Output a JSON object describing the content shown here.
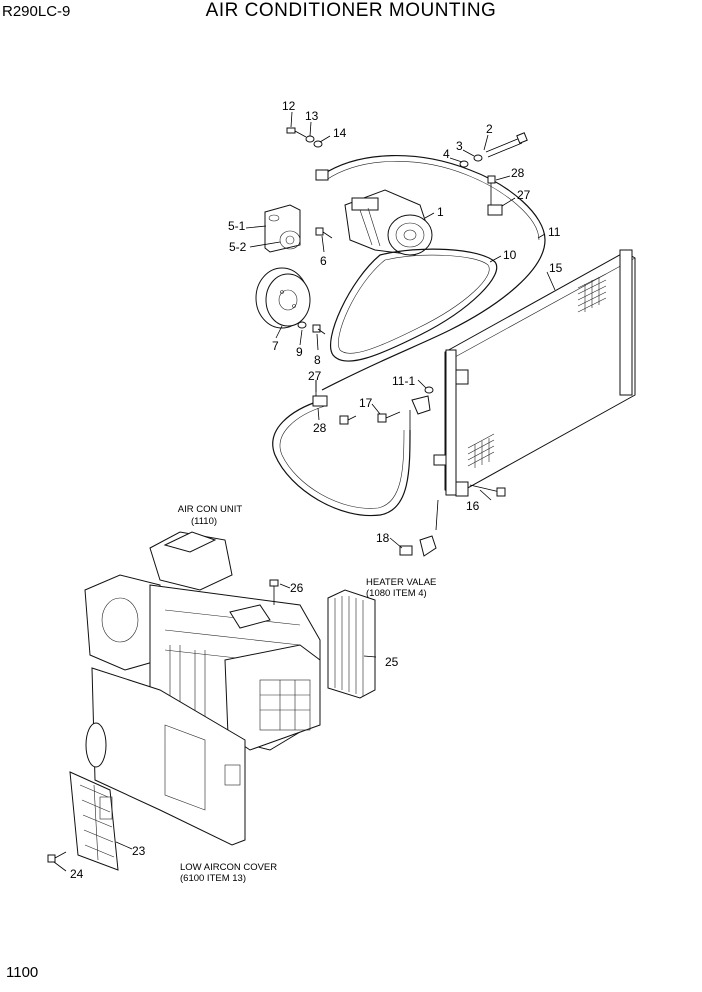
{
  "header": {
    "model": "R290LC-9",
    "title": "AIR CONDITIONER MOUNTING"
  },
  "footer": {
    "page_number": "1100"
  },
  "callouts": {
    "c1": "1",
    "c2": "2",
    "c3": "3",
    "c4": "4",
    "c5_1": "5-1",
    "c5_2": "5-2",
    "c6": "6",
    "c7": "7",
    "c8": "8",
    "c9": "9",
    "c10": "10",
    "c11": "11",
    "c11_1": "11-1",
    "c12": "12",
    "c13": "13",
    "c14": "14",
    "c15": "15",
    "c16": "16",
    "c17": "17",
    "c18": "18",
    "c23": "23",
    "c24": "24",
    "c25": "25",
    "c26": "26",
    "c27a": "27",
    "c27b": "27",
    "c28a": "28",
    "c28b": "28"
  },
  "notes": {
    "air_con_unit": "AIR CON UNIT",
    "air_con_unit_ref": "(1110)",
    "heater_valve": "HEATER VALAE",
    "heater_valve_ref": "(1080 ITEM 4)",
    "low_cover": "LOW AIRCON COVER",
    "low_cover_ref": "(6100 ITEM 13)"
  }
}
